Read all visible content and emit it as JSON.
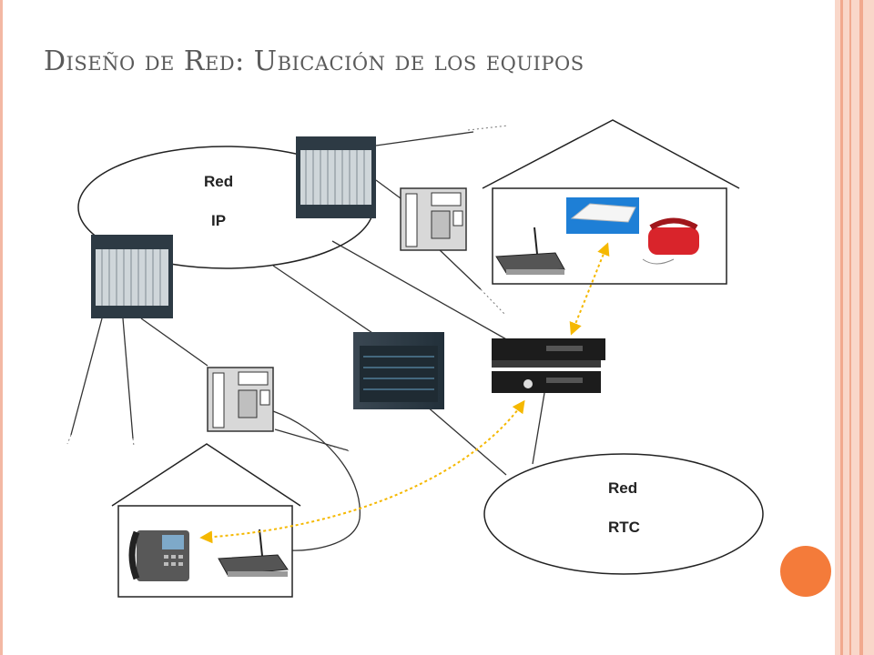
{
  "slide": {
    "title": "Diseño de Red: Ubicación de los equipos"
  },
  "diagram": {
    "networks": [
      {
        "name": "Red",
        "type": "IP"
      },
      {
        "name": "Red",
        "type": "RTC"
      }
    ]
  },
  "colors": {
    "title": "#5a5a5a",
    "accent_dot": "#f47b3a",
    "band_light": "#f9d7c9",
    "band_dark": "#f1a98e",
    "signal_arrow": "#f5b800",
    "phone_red": "#d9242b"
  },
  "icons": [
    "router-chassis-icon",
    "media-gateway-icon",
    "server-rack-icon",
    "gateway-appliance-icon",
    "dsl-modem-icon",
    "wireless-router-icon",
    "telephone-icon",
    "ip-phone-icon",
    "house-icon"
  ]
}
